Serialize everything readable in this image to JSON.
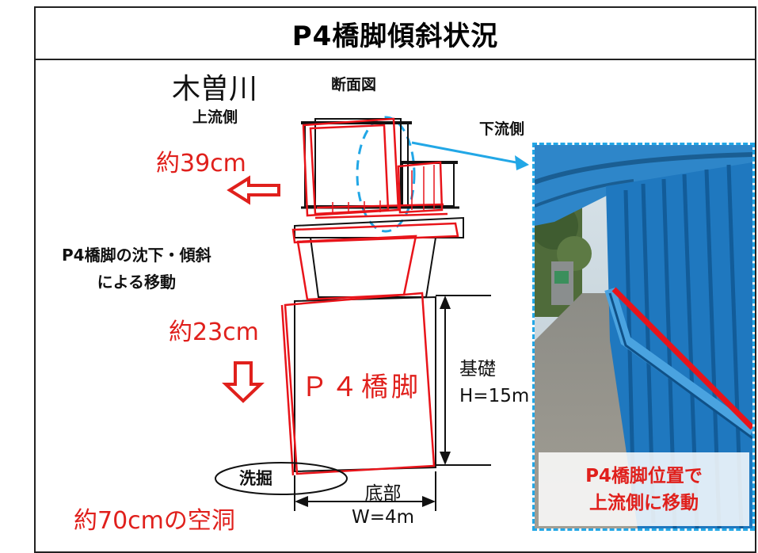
{
  "title": "P4橋脚傾斜状況",
  "labels": {
    "river": "木曽川",
    "upstream": "上流側",
    "section": "断面図",
    "downstream": "下流側",
    "movement_horizontal": "約39cm",
    "movement_description_line1": "P4橋脚の沈下・傾斜",
    "movement_description_line2": "による移動",
    "movement_vertical": "約23cm",
    "pier": "Ｐ４橋脚",
    "foundation_line1": "基礎",
    "foundation_line2": "H=15m",
    "scour": "洗掘",
    "base_line1": "底部",
    "base_line2": "W=4m",
    "cavity": "約70cmの空洞"
  },
  "photo": {
    "caption_line1": "P4橋脚位置で",
    "caption_line2": "上流側に移動"
  },
  "colors": {
    "red": "#e0201c",
    "dashed_blue": "#22a7e6",
    "bridge_blue": "#1f6fae"
  }
}
